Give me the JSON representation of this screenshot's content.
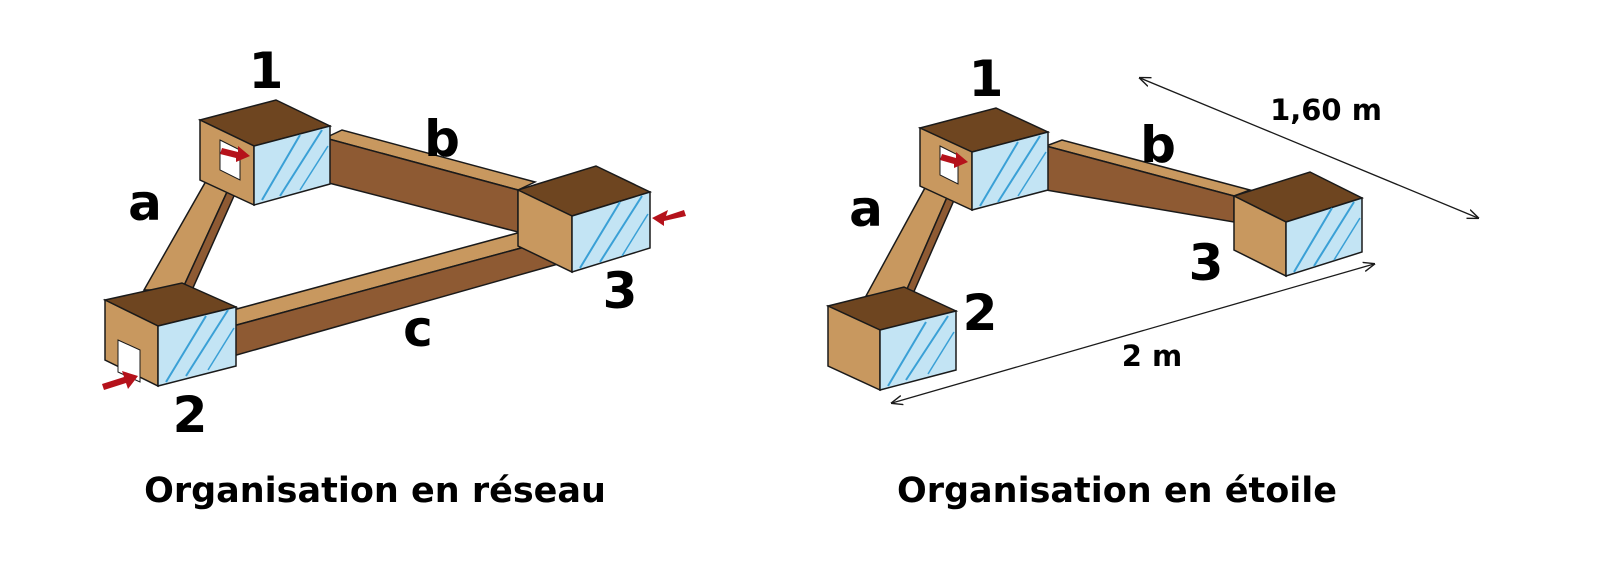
{
  "colors": {
    "wood_top": "#c8985f",
    "wood_side": "#8e5a33",
    "wood_inner": "#6e4520",
    "wood_dark": "#5c3714",
    "glass": "#c3e4f4",
    "glass_line": "#3aa0d6",
    "outline": "#1a1a1a",
    "arrow": "#b5121b",
    "bg": "#ffffff"
  },
  "left": {
    "title": "Organisation en réseau",
    "boxes": [
      "1",
      "2",
      "3"
    ],
    "tubes": [
      "a",
      "b",
      "c"
    ],
    "entrances": 3
  },
  "right": {
    "title": "Organisation en étoile",
    "boxes": [
      "1",
      "2",
      "3"
    ],
    "tubes": [
      "a",
      "b"
    ],
    "entrances": 1,
    "dimensions": [
      "1,60 m",
      "2 m"
    ]
  }
}
